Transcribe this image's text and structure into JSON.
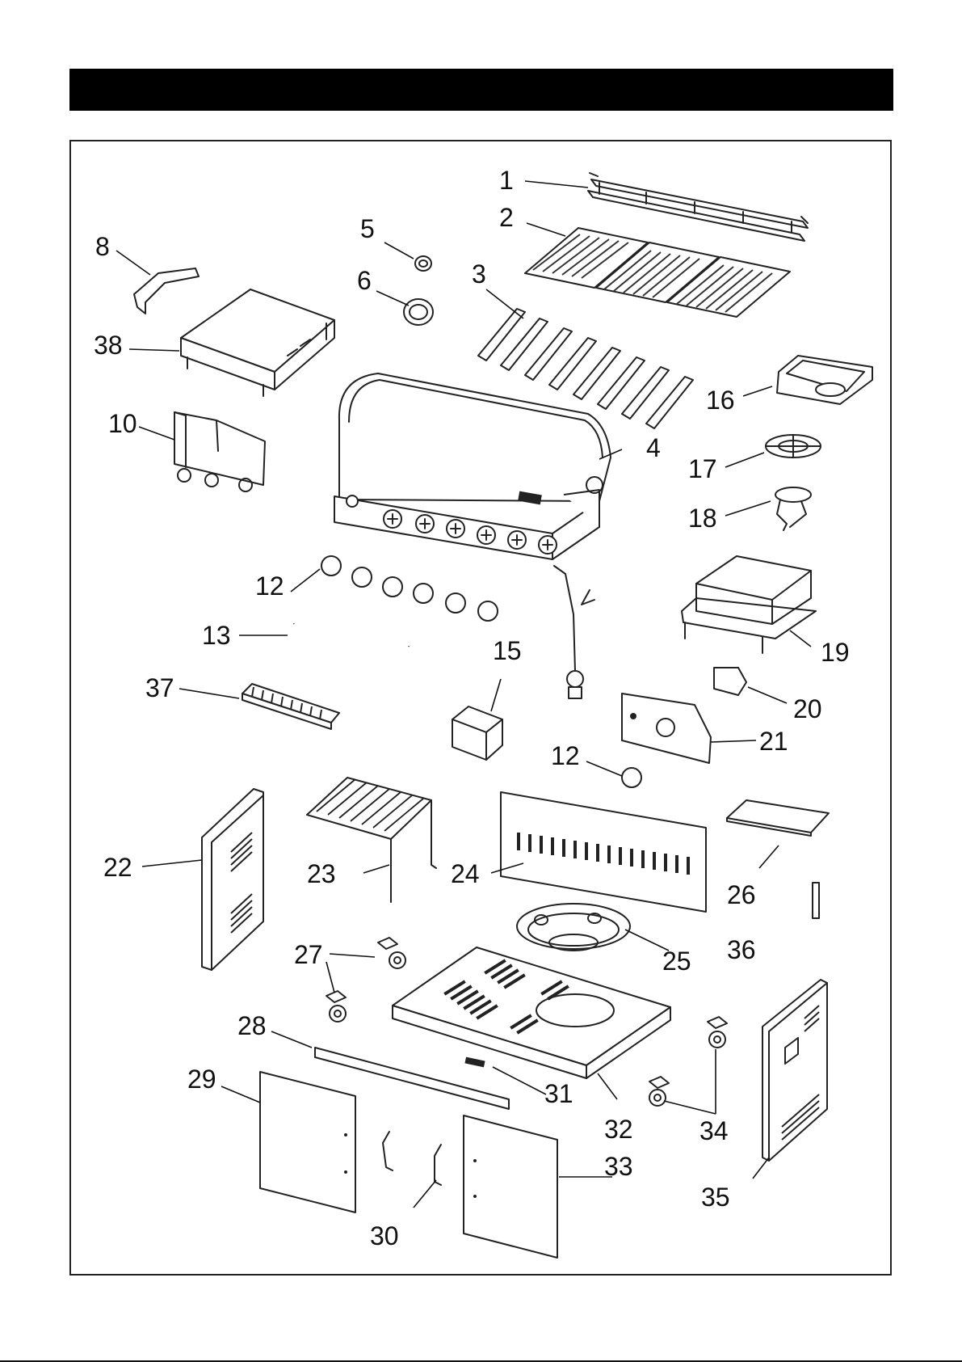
{
  "header": {
    "title": ""
  },
  "part_labels": [
    {
      "id": "p1",
      "text": "1"
    },
    {
      "id": "p2",
      "text": "2"
    },
    {
      "id": "p3",
      "text": "3"
    },
    {
      "id": "p4",
      "text": "4"
    },
    {
      "id": "p5",
      "text": "5"
    },
    {
      "id": "p6",
      "text": "6"
    },
    {
      "id": "p8",
      "text": "8"
    },
    {
      "id": "p10",
      "text": "10"
    },
    {
      "id": "p12a",
      "text": "12"
    },
    {
      "id": "p12b",
      "text": "12"
    },
    {
      "id": "p13",
      "text": "13"
    },
    {
      "id": "p15",
      "text": "15"
    },
    {
      "id": "p16",
      "text": "16"
    },
    {
      "id": "p17",
      "text": "17"
    },
    {
      "id": "p18",
      "text": "18"
    },
    {
      "id": "p19",
      "text": "19"
    },
    {
      "id": "p20",
      "text": "20"
    },
    {
      "id": "p21",
      "text": "21"
    },
    {
      "id": "p22",
      "text": "22"
    },
    {
      "id": "p23",
      "text": "23"
    },
    {
      "id": "p24",
      "text": "24"
    },
    {
      "id": "p25",
      "text": "25"
    },
    {
      "id": "p26",
      "text": "26"
    },
    {
      "id": "p27",
      "text": "27"
    },
    {
      "id": "p28",
      "text": "28"
    },
    {
      "id": "p29",
      "text": "29"
    },
    {
      "id": "p30",
      "text": "30"
    },
    {
      "id": "p31",
      "text": "31"
    },
    {
      "id": "p32",
      "text": "32"
    },
    {
      "id": "p33",
      "text": "33"
    },
    {
      "id": "p34",
      "text": "34"
    },
    {
      "id": "p35",
      "text": "35"
    },
    {
      "id": "p36",
      "text": "36"
    },
    {
      "id": "p37",
      "text": "37"
    },
    {
      "id": "p38",
      "text": "38"
    }
  ]
}
